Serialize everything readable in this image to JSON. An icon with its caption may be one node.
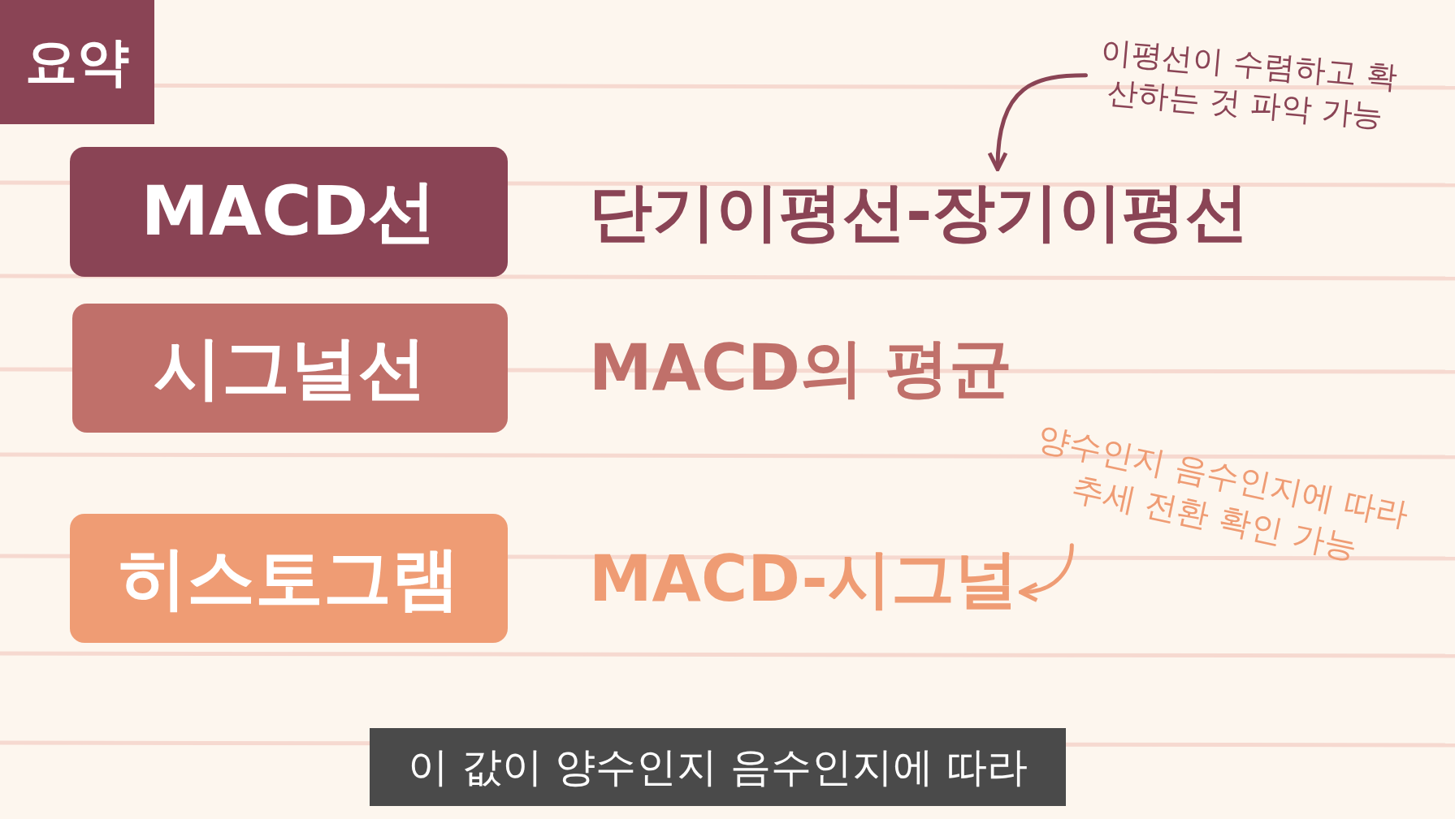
{
  "diagram": {
    "title": "요약",
    "nodes": [
      {
        "text": [
          "MACD선"
        ]
      },
      {
        "text": [
          "단기이평선-장기이평선"
        ]
      },
      {
        "text": [
          "시그널선"
        ]
      },
      {
        "text": [
          "MACD의 평균"
        ]
      },
      {
        "text": [
          "히스토그램"
        ]
      },
      {
        "text": [
          "MACD-시그널"
        ]
      },
      {
        "text": [
          "이평선이 수렴하고 확산하는 것 파악 가능"
        ]
      },
      {
        "text": [
          "양수인지 음수인지에 따라 추세 전환 확인 가능"
        ]
      }
    ],
    "edges": [
      {
        "from": 6,
        "to": 1,
        "arrow": "to",
        "color": "#8a4455"
      },
      {
        "from": 7,
        "to": 5,
        "arrow": "to",
        "color": "#ef9c74"
      }
    ],
    "caption": "이 값이 양수인지 음수인지에 따라"
  }
}
